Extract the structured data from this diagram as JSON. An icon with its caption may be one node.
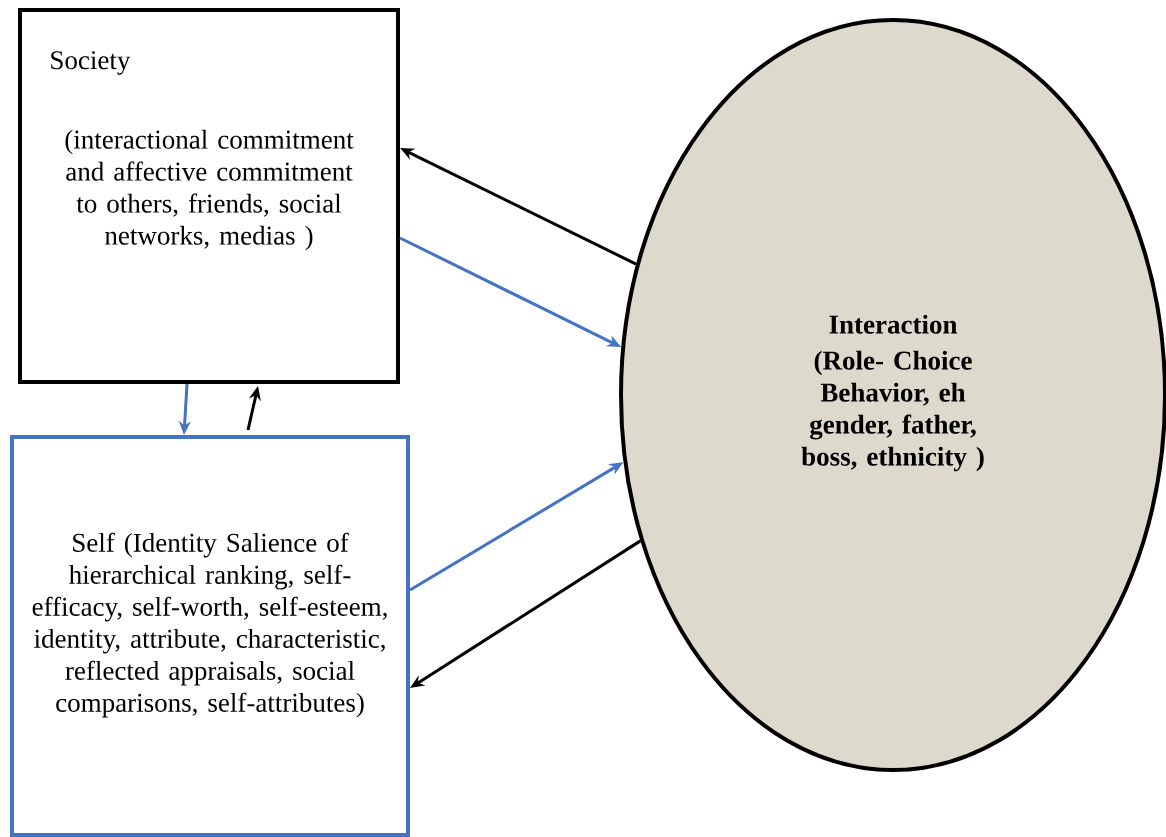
{
  "diagram": {
    "nodes": [
      {
        "text": [
          "Society",
          "(interactional commitment and affective commitment to others, friends, social networks, medias )"
        ]
      },
      {
        "text": [
          "Interaction",
          "(Role- Choice Behavior, eh gender, father, boss, ethnicity )"
        ]
      },
      {
        "text": [
          "Self  (Identity Salience of hierarchical ranking, self-efficacy, self-worth, self-esteem, identity, attribute, characteristic, reflected appraisals, social comparisons, self-attributes)"
        ]
      }
    ],
    "edges": [
      {
        "from": 1,
        "to": 0,
        "arrow": "to",
        "color": "#000000"
      },
      {
        "from": 0,
        "to": 1,
        "arrow": "to",
        "color": "#4472c4"
      },
      {
        "from": 0,
        "to": 2,
        "arrow": "to",
        "color": "#4472c4"
      },
      {
        "from": 2,
        "to": 0,
        "arrow": "to",
        "color": "#000000"
      },
      {
        "from": 2,
        "to": 1,
        "arrow": "to",
        "color": "#4472c4"
      },
      {
        "from": 1,
        "to": 2,
        "arrow": "to",
        "color": "#000000"
      }
    ]
  }
}
